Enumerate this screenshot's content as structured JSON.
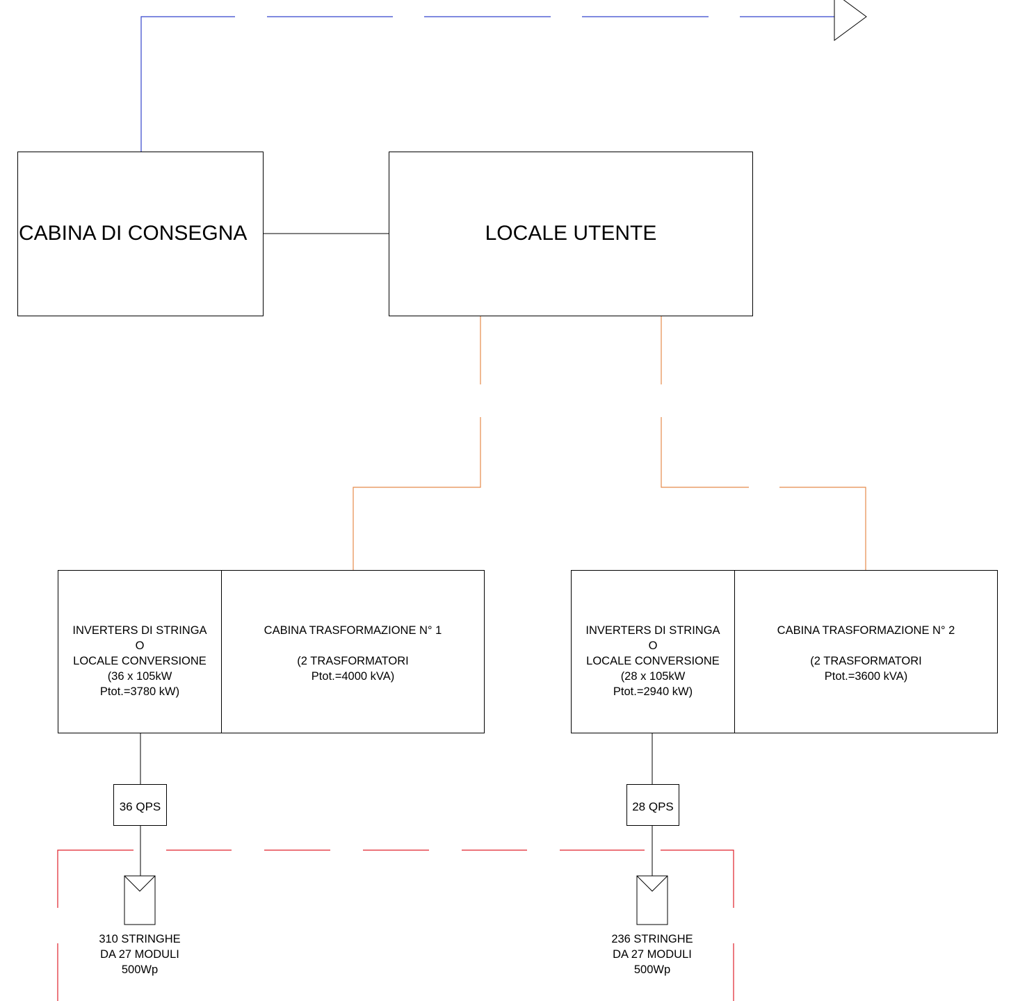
{
  "colors": {
    "line_black": "#000000",
    "line_blue": "#3344cc",
    "line_orange": "#e58a4a",
    "line_red": "#e0202a"
  },
  "cabina_consegna": {
    "label": "CABINA DI CONSEGNA"
  },
  "locale_utente": {
    "label": "LOCALE UTENTE"
  },
  "group1": {
    "inverters": [
      "INVERTERS DI STRINGA",
      "O",
      "LOCALE CONVERSIONE",
      "(36 x 105kW",
      "Ptot.=3780 kW)"
    ],
    "cabina": [
      "CABINA TRASFORMAZIONE N° 1",
      "",
      "(2 TRASFORMATORI",
      "Ptot.=4000 kVA)"
    ],
    "qps": "36 QPS",
    "strings": [
      "310 STRINGHE",
      "DA 27 MODULI",
      "500Wp"
    ]
  },
  "group2": {
    "inverters": [
      "INVERTERS DI STRINGA",
      "O",
      "LOCALE CONVERSIONE",
      "(28 x 105kW",
      "Ptot.=2940 kW)"
    ],
    "cabina": [
      "CABINA TRASFORMAZIONE N° 2",
      "",
      "(2 TRASFORMATORI",
      "Ptot.=3600 kVA)"
    ],
    "qps": "28 QPS",
    "strings": [
      "236 STRINGHE",
      "DA 27 MODULI",
      "500Wp"
    ]
  }
}
